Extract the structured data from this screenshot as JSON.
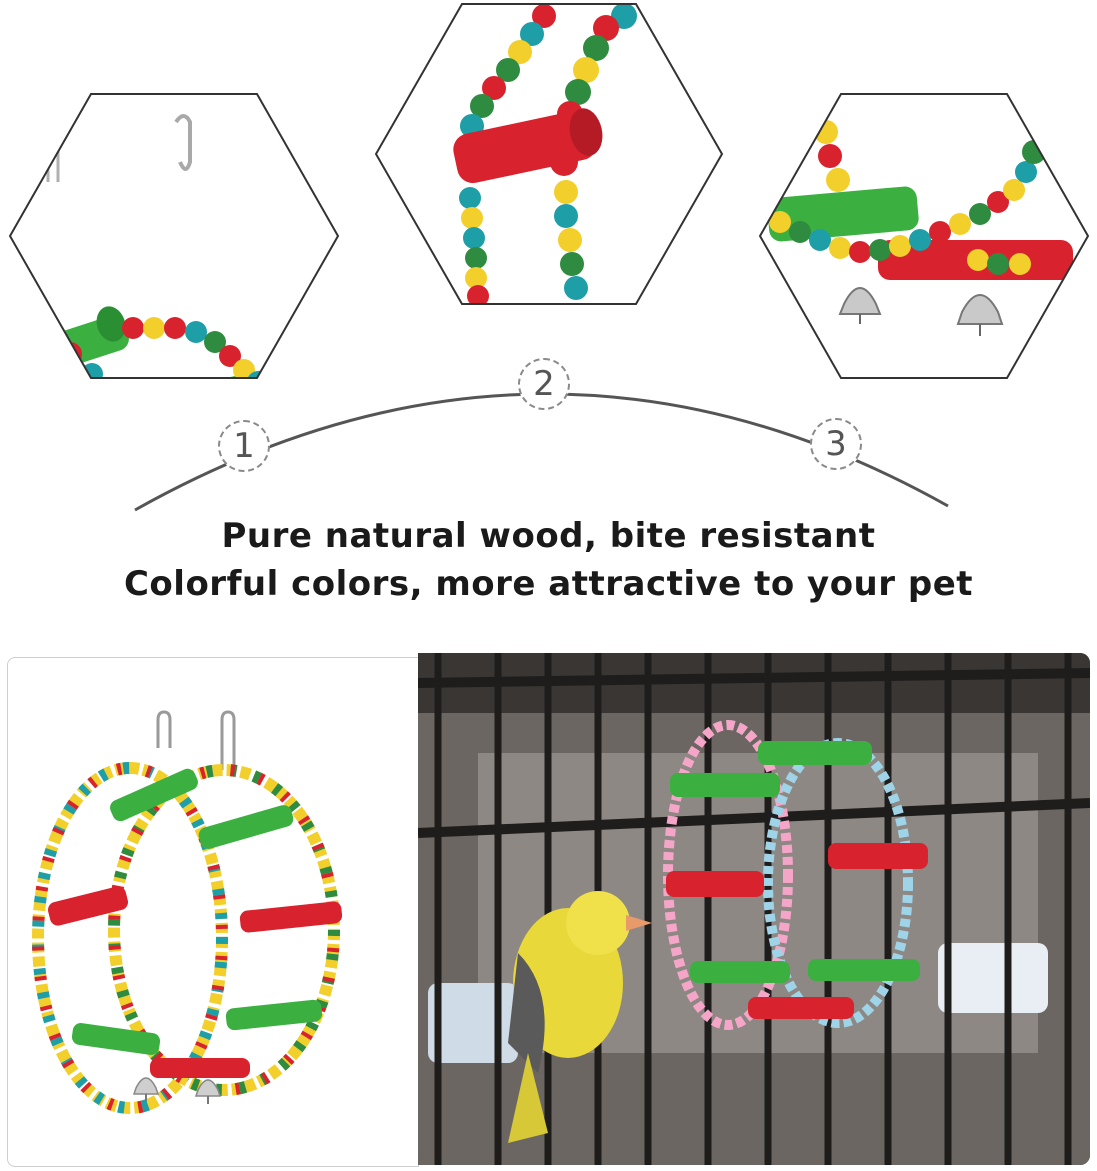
{
  "steps": {
    "one": "1",
    "two": "2",
    "three": "3"
  },
  "headline": {
    "line1": "Pure natural wood, bite resistant",
    "line2": "Colorful colors, more attractive to your pet"
  },
  "colors": {
    "bead_red": "#d8232f",
    "bead_yellow": "#f2cf2b",
    "bead_teal": "#1e9fa7",
    "bead_green": "#2e8b3f",
    "perch_green": "#3bb040",
    "perch_red": "#d8232f",
    "arc": "#555555"
  }
}
